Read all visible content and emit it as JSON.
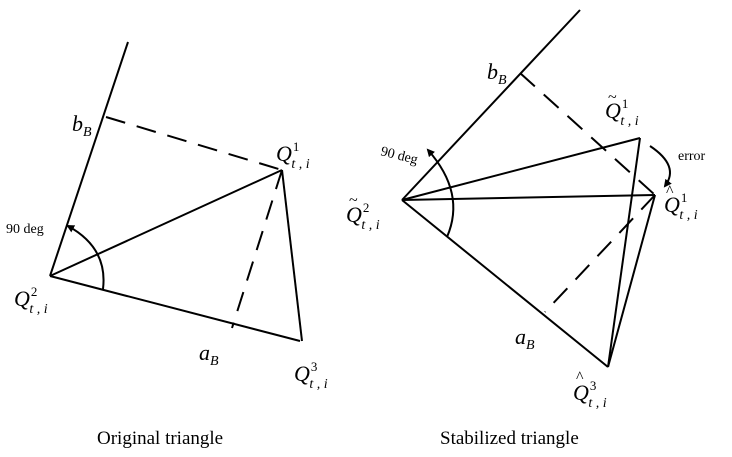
{
  "left_panel": {
    "caption": "Original triangle",
    "angle_label": "90 deg",
    "axis_b": {
      "main": "b",
      "sub": "B"
    },
    "axis_a": {
      "main": "a",
      "sub": "B"
    },
    "q1": {
      "main": "Q",
      "sup": "1",
      "sub": "t , i"
    },
    "q2": {
      "main": "Q",
      "sup": "2",
      "sub": "t , i"
    },
    "q3": {
      "main": "Q",
      "sup": "3",
      "sub": "t , i"
    }
  },
  "right_panel": {
    "caption": "Stabilized triangle",
    "angle_label": "90 deg",
    "error_label": "error",
    "axis_b": {
      "main": "b",
      "sub": "B"
    },
    "axis_a": {
      "main": "a",
      "sub": "B"
    },
    "q1_tilde": {
      "main": "Q",
      "accent": "~",
      "sup": "1",
      "sub": "t , i"
    },
    "q1_hat": {
      "main": "Q",
      "accent": "^",
      "sup": "1",
      "sub": "t , i"
    },
    "q2_tilde": {
      "main": "Q",
      "accent": "~",
      "sup": "2",
      "sub": "t , i"
    },
    "q3_tilde": {
      "main": "Q",
      "accent": "^",
      "sup": "3",
      "sub": "t , i"
    }
  }
}
